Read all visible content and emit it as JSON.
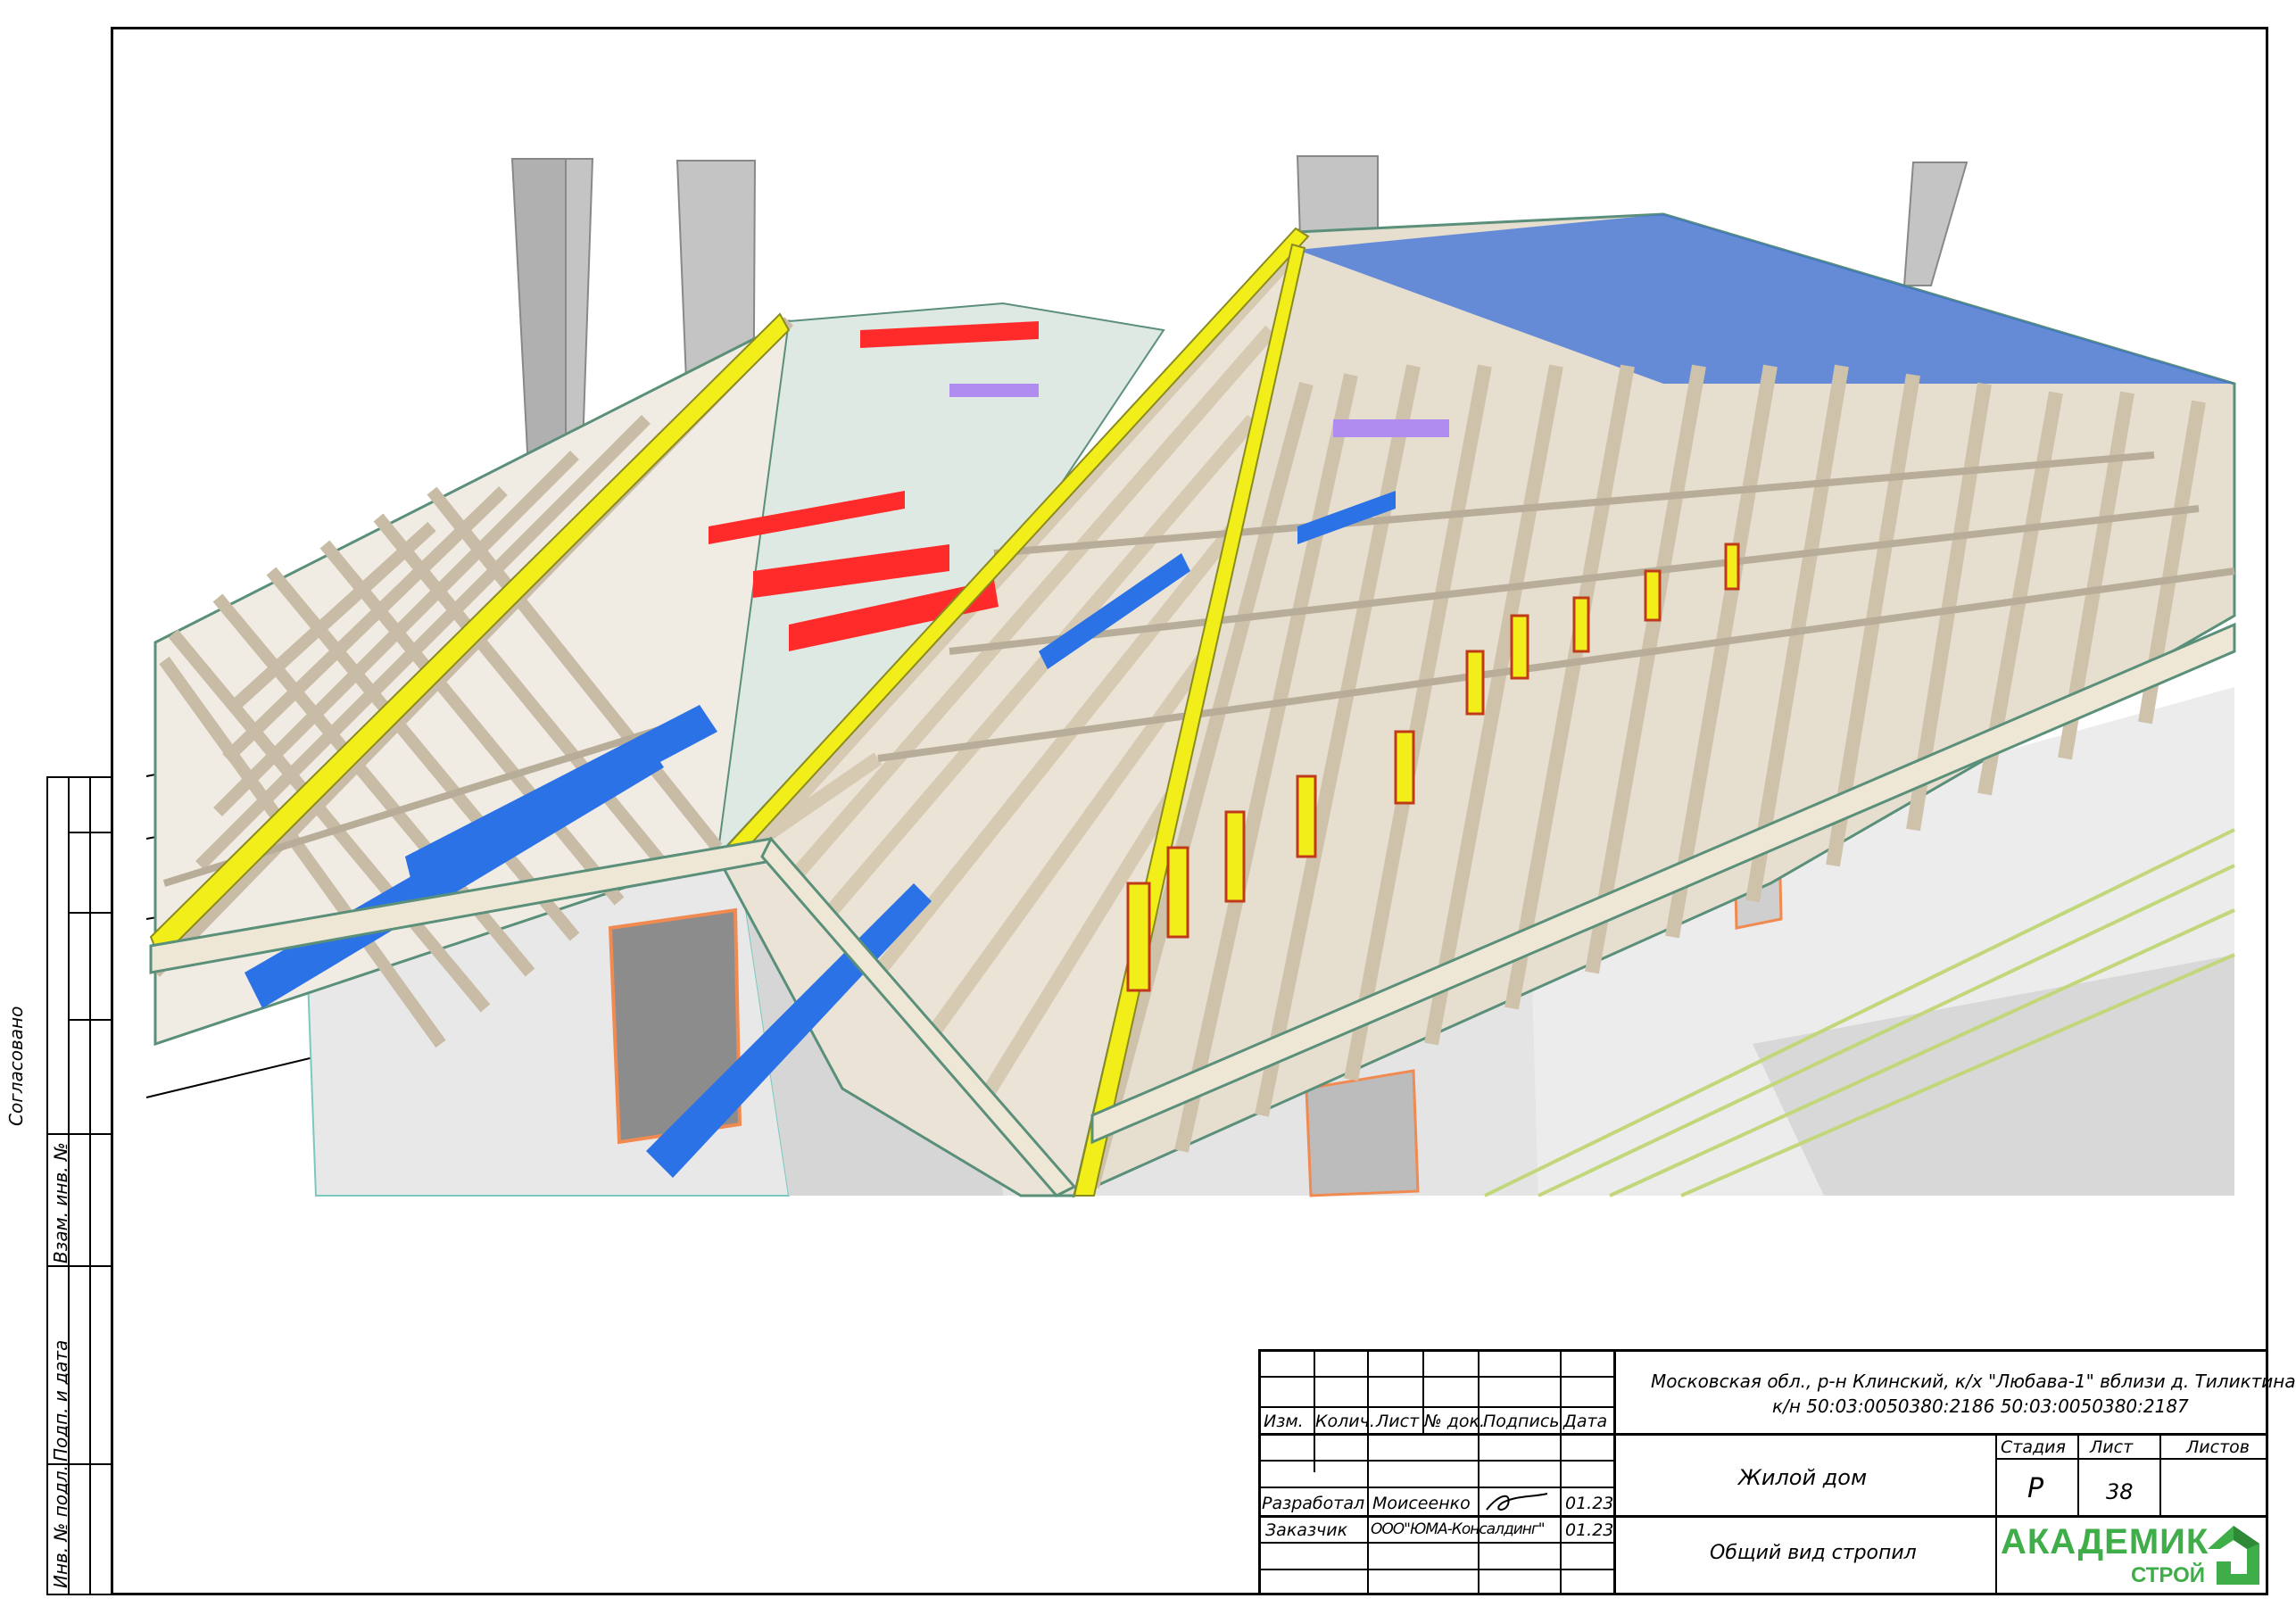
{
  "side_labels": {
    "agreed": "Согласовано",
    "ref_inv": "Взам. инв. №",
    "sign_date": "Подп. и дата",
    "inv_orig": "Инв. № подл."
  },
  "stamp": {
    "headers": [
      "Изм.",
      "Колич.",
      "Лист",
      "№ док.",
      "Подпись",
      "Дата"
    ],
    "address_line1": "Московская обл., р-н Клинский, к/х \"Любава-1\" вблизи д. Тиликтина",
    "address_line2": "к/н 50:03:0050380:2186 50:03:0050380:2187",
    "developed_label": "Разработал",
    "developed_name": "Моисеенко",
    "developed_date": "01.23",
    "customer_label": "Заказчик",
    "customer_name": "ООО\"ЮМА-Консалдинг\"",
    "customer_date": "01.23",
    "object_name": "Жилой дом",
    "drawing_name": "Общий вид стропил",
    "stage_label": "Стадия",
    "sheet_label": "Лист",
    "sheets_label": "Листов",
    "stage_value": "Р",
    "sheet_value": "38",
    "sheets_value": ""
  },
  "logo": {
    "main": "АКАДЕМИК",
    "sub": "СТРОЙ",
    "color": "#3fae49"
  },
  "colors": {
    "rafter": "#e4d8c4",
    "rafter_edge": "#5a8f7a",
    "hip": "#f2ee1a",
    "beam_blue": "#2a72e6",
    "beam_red": "#ff2a2a",
    "purple": "#b18cf0",
    "chimney": "#c4c4c4",
    "wall": "#e6e6e6",
    "window": "#8c8c8c",
    "window_frame": "#f08a50"
  }
}
